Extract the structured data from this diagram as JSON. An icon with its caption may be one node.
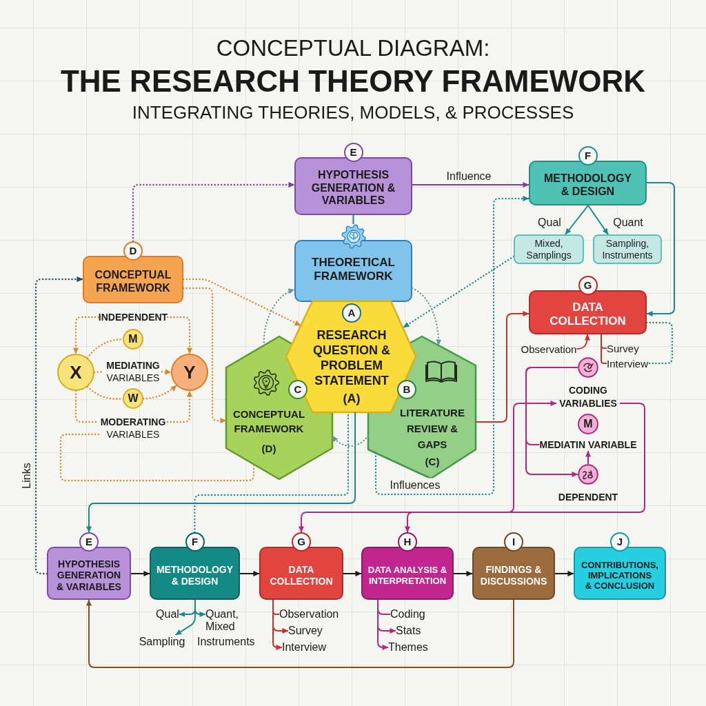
{
  "diagram": {
    "title": "CONCEPTUAL DIAGRAM: **THE RESEARCH THEORY FRAMEWORK**",
    "nodes": [
      {
        "text": [
          "E",
          "HYPOTHESIS GENERATION & VARIABLES"
        ]
      },
      {
        "text": [
          "F",
          "METHODOLOGY & DESIGN"
        ]
      },
      {
        "text": [
          "Mixed, Samplings"
        ]
      },
      {
        "text": [
          "Sampling, Instruments"
        ]
      },
      {
        "text": [
          "D",
          "CONCEPTUAL FRAMEWORK"
        ]
      },
      {
        "text": [
          "THEORETICAL FRAMEWORK"
        ]
      },
      {
        "text": [
          "G",
          "DATA COLLECTION"
        ]
      },
      {
        "text": [
          "INDEPENDENT"
        ]
      },
      {
        "text": [
          "M"
        ]
      },
      {
        "text": [
          "X"
        ]
      },
      {
        "text": [
          "**MEDIATING** VARIABLES"
        ]
      },
      {
        "text": [
          "Y"
        ]
      },
      {
        "text": [
          "W"
        ]
      },
      {
        "text": [
          "**MODERATING** VARIABLES"
        ]
      },
      {
        "text": [
          "A",
          "RESEARCH QUESTION & PROBLEM STATEMENT",
          "(A)"
        ]
      },
      {
        "text": [
          "C",
          "CONCEPTUAL FRAMEWORK",
          "(D)"
        ]
      },
      {
        "text": [
          "B",
          "LITERATURE REVIEW & GAPS",
          "(C)"
        ]
      },
      {
        "text": [
          "Observation"
        ]
      },
      {
        "text": [
          "Survey"
        ]
      },
      {
        "text": [
          "Interview"
        ]
      },
      {
        "text": [],
        "shape": "circle"
      },
      {
        "text": [
          "CODING VARIABLIES"
        ]
      },
      {
        "text": [
          "M"
        ]
      },
      {
        "text": [
          "MEDIATIN VARIABLE"
        ]
      },
      {
        "text": [],
        "shape": "circle",
        "beside": [
          "DEPENDENT"
        ]
      },
      {
        "text": [
          "E",
          "HYPOTHESIS GENERATION & VARIABLES"
        ]
      },
      {
        "text": [
          "F",
          "METHODOLOGY & DESIGN"
        ]
      },
      {
        "text": [
          "G",
          "DATA COLLECTION"
        ]
      },
      {
        "text": [
          "H",
          "DATA ANALYSIS & INTERPRETATION"
        ]
      },
      {
        "text": [
          "I",
          "FINDINGS & DISCUSSIONS"
        ]
      },
      {
        "text": [
          "J",
          "CONTRIBUTIONS, IMPLICATIONS & CONCLUSION"
        ]
      },
      {
        "text": [
          "Qual"
        ]
      },
      {
        "text": [
          "Quant, Mixed"
        ]
      },
      {
        "text": [
          "Sampling"
        ]
      },
      {
        "text": [
          "Observation"
        ]
      },
      {
        "text": [
          "Survey"
        ]
      },
      {
        "text": [
          "Interview"
        ]
      },
      {
        "text": [
          "Coding"
        ]
      },
      {
        "text": [
          "Stats"
        ]
      },
      {
        "text": [
          "Themes"
        ]
      }
    ],
    "edges": [
      {
        "from": 4,
        "to": 0,
        "arrow": "to",
        "style": "dashed",
        "color": "#7b3f9e"
      },
      {
        "from": 0,
        "to": 1,
        "arrow": "to",
        "label": "Influence",
        "color": "#7b3f9e"
      },
      {
        "from": 0,
        "to": 5,
        "arrow": "none"
      },
      {
        "from": 1,
        "to": 2,
        "arrow": "to",
        "label": "Qual"
      },
      {
        "from": 1,
        "to": 3,
        "arrow": "to",
        "label": "Quant"
      },
      {
        "from": 1,
        "to": 6,
        "arrow": "to"
      },
      {
        "from": 2,
        "to": 14,
        "arrow": "to",
        "style": "dashed"
      },
      {
        "from": 4,
        "to": 14,
        "arrow": "to",
        "style": "dashed",
        "color": "#d48a2c"
      },
      {
        "from": 4,
        "to": 15,
        "arrow": "to",
        "style": "dashed",
        "color": "#d48a2c"
      },
      {
        "from": 25,
        "to": 4,
        "arrow": "to",
        "style": "dashed",
        "label": "Links",
        "color": "#1f4b5a"
      },
      {
        "from": 7,
        "to": 9,
        "arrow": "to",
        "style": "dashed",
        "color": "#d48a2c"
      },
      {
        "from": 7,
        "to": 11,
        "arrow": "to",
        "style": "dashed",
        "color": "#d48a2c"
      },
      {
        "from": 9,
        "to": 8,
        "arrow": "none",
        "style": "dashed",
        "color": "#d48a2c"
      },
      {
        "from": 9,
        "to": 10,
        "arrow": "none",
        "style": "dashed",
        "color": "#d48a2c"
      },
      {
        "from": 10,
        "to": 11,
        "arrow": "to",
        "style": "dashed",
        "color": "#d48a2c"
      },
      {
        "from": 9,
        "to": 12,
        "arrow": "none",
        "style": "dashed",
        "color": "#d48a2c"
      },
      {
        "from": 12,
        "to": 11,
        "arrow": "to",
        "style": "dashed",
        "color": "#d48a2c"
      },
      {
        "from": 9,
        "to": 13,
        "arrow": "none",
        "style": "dashed",
        "color": "#d48a2c"
      },
      {
        "from": 13,
        "to": 11,
        "arrow": "to",
        "style": "dashed",
        "color": "#d48a2c"
      },
      {
        "from": 13,
        "to": 15,
        "arrow": "none",
        "style": "dashed",
        "color": "#d48a2c"
      },
      {
        "from": 14,
        "to": 25,
        "arrow": "to"
      },
      {
        "from": 26,
        "to": 14,
        "arrow": "none",
        "style": "dashed"
      },
      {
        "from": 15,
        "to": 5,
        "arrow": "to",
        "style": "dashed",
        "color": "#6a9698"
      },
      {
        "from": 5,
        "to": 16,
        "arrow": "to",
        "style": "dashed",
        "color": "#6a9698"
      },
      {
        "from": 16,
        "to": 15,
        "arrow": "to",
        "style": "dashed",
        "color": "#6a9698"
      },
      {
        "from": 16,
        "to": 1,
        "arrow": "to",
        "style": "dashed",
        "label": "Influences"
      },
      {
        "from": 16,
        "to": 6,
        "arrow": "to",
        "color": "#c8302b"
      },
      {
        "from": 17,
        "to": 6,
        "arrow": "to",
        "color": "#c8302b"
      },
      {
        "from": 6,
        "to": 18,
        "arrow": "none",
        "color": "#c8302b"
      },
      {
        "from": 6,
        "to": 19,
        "arrow": "none",
        "color": "#c8302b"
      },
      {
        "from": 6,
        "to": 19,
        "arrow": "none",
        "style": "dashed"
      },
      {
        "from": 20,
        "to": 24,
        "arrow": "to",
        "color": "#b0287f"
      },
      {
        "from": 20,
        "to": 23,
        "arrow": "none",
        "color": "#b0287f"
      },
      {
        "from": 24,
        "to": 23,
        "arrow": "to",
        "color": "#b0287f"
      },
      {
        "from": 27,
        "to": 21,
        "arrow": "both",
        "color": "#b0287f"
      },
      {
        "from": 21,
        "to": 28,
        "arrow": "to",
        "color": "#b0287f"
      },
      {
        "from": 25,
        "to": 26,
        "arrow": "to",
        "color": "#1a1a1a"
      },
      {
        "from": 26,
        "to": 27,
        "arrow": "to",
        "color": "#1a1a1a"
      },
      {
        "from": 27,
        "to": 28,
        "arrow": "to",
        "color": "#1a1a1a"
      },
      {
        "from": 28,
        "to": 29,
        "arrow": "to",
        "color": "#1a1a1a"
      },
      {
        "from": 29,
        "to": 30,
        "arrow": "to",
        "color": "#1a1a1a"
      },
      {
        "from": 29,
        "to": 25,
        "arrow": "to",
        "color": "#7a5428"
      },
      {
        "from": 26,
        "to": 31,
        "arrow": "to"
      },
      {
        "from": 26,
        "to": 32,
        "arrow": "to"
      },
      {
        "from": 26,
        "to": 33,
        "arrow": "to"
      },
      {
        "from": 27,
        "to": 34,
        "arrow": "none",
        "color": "#c8302b"
      },
      {
        "from": 27,
        "to": 35,
        "arrow": "to",
        "color": "#c8302b"
      },
      {
        "from": 27,
        "to": 36,
        "arrow": "to",
        "color": "#c8302b"
      },
      {
        "from": 28,
        "to": 37,
        "arrow": "none",
        "color": "#b0287f"
      },
      {
        "from": 28,
        "to": 38,
        "arrow": "to",
        "color": "#b0287f"
      },
      {
        "from": 28,
        "to": 39,
        "arrow": "to",
        "color": "#b0287f"
      }
    ],
    "labels": [
      "INTEGRATING THEORIES, MODELS, & PROCESSES",
      "Instruments"
    ]
  }
}
